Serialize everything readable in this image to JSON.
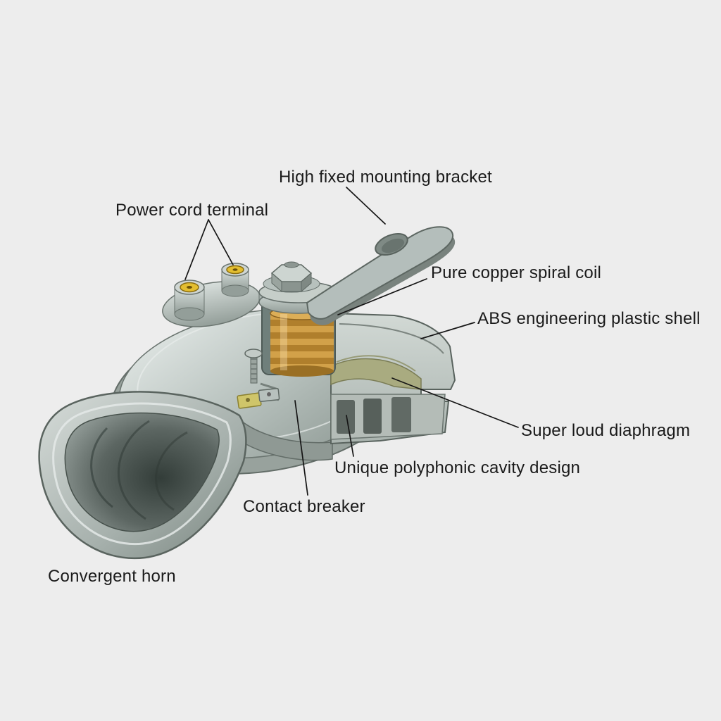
{
  "figure": {
    "type": "annotated-cutaway-diagram",
    "subject": "Electric snail car horn cross-section with part callouts"
  },
  "labels": [
    {
      "id": "mounting-bracket",
      "text": "High fixed mounting bracket"
    },
    {
      "id": "power-cord-terminal",
      "text": "Power cord terminal"
    },
    {
      "id": "copper-coil",
      "text": "Pure copper spiral coil"
    },
    {
      "id": "plastic-shell",
      "text": "ABS engineering plastic shell"
    },
    {
      "id": "diaphragm",
      "text": "Super loud diaphragm"
    },
    {
      "id": "cavity-design",
      "text": "Unique polyphonic cavity design"
    },
    {
      "id": "contact-breaker",
      "text": "Contact breaker"
    },
    {
      "id": "convergent-horn",
      "text": "Convergent horn"
    }
  ],
  "colors": {
    "background": "#ededed",
    "text": "#1a1a1a",
    "metal_light": "#dfe5e2",
    "metal_mid": "#a9b3af",
    "metal_dark": "#6a746f",
    "copper": "#c9963e",
    "terminal_yellow": "#e3be30",
    "diaphragm_olive": "#a9ab80",
    "leader_line": "#151515"
  }
}
